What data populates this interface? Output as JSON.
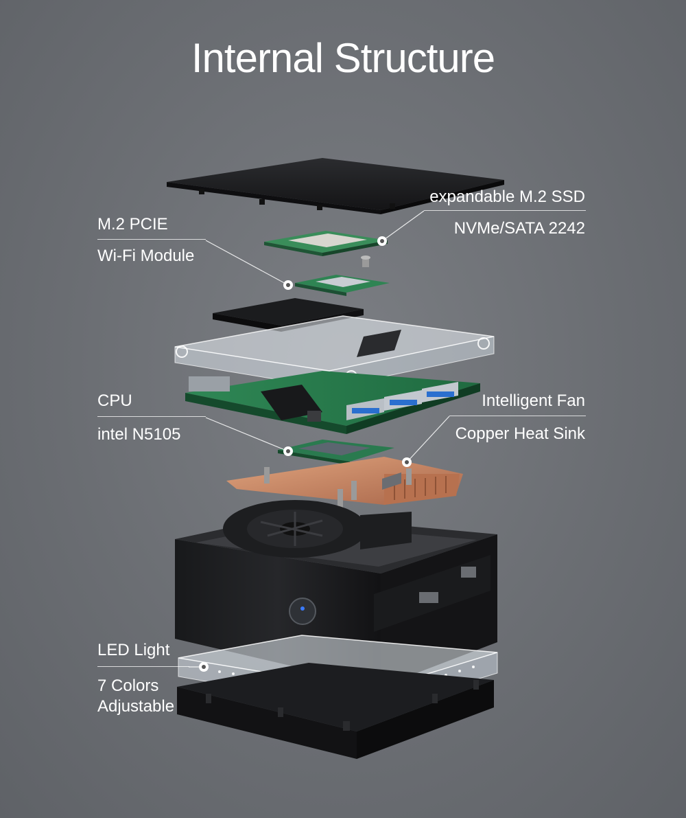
{
  "title": "Internal Structure",
  "labels": {
    "ssd_line1": "expandable M.2 SSD",
    "ssd_line2": "NVMe/SATA 2242",
    "wifi_line1": "M.2 PCIE",
    "wifi_line2": "Wi-Fi  Module",
    "cpu_line1": "CPU",
    "cpu_line2": "intel N5105",
    "fan_line1": "Intelligent Fan",
    "fan_line2": "Copper Heat Sink",
    "led_line1": "LED Light",
    "led_line2": "7 Colors",
    "led_line3": "Adjustable"
  },
  "colors": {
    "text": "#ffffff",
    "chassis": "#1c1d20",
    "pcb": "#2e7a4e",
    "copper": "#c98a63",
    "usb_blue": "#2a6fcf"
  }
}
